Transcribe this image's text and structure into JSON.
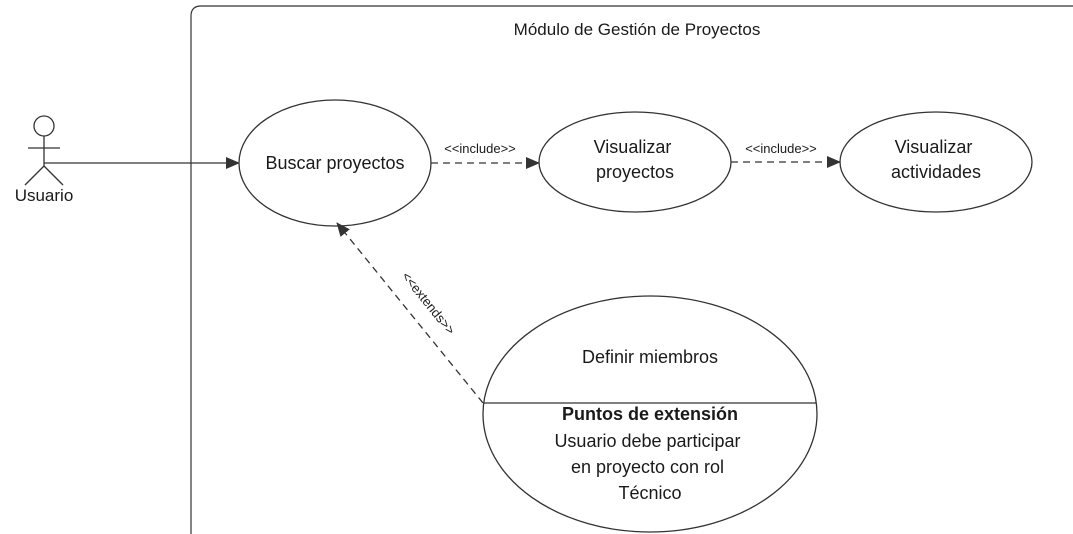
{
  "system": {
    "title": "Módulo de Gestión de Proyectos"
  },
  "actor": {
    "name": "Usuario"
  },
  "use_cases": {
    "buscar": "Buscar proyectos",
    "visualizar_proyectos": [
      "Visualizar",
      "proyectos"
    ],
    "visualizar_actividades": [
      "Visualizar",
      "actividades"
    ],
    "definir": {
      "name": "Definir miembros",
      "extension_heading": "Puntos de extensión",
      "extension_lines": [
        "Usuario debe participar",
        "en proyecto con rol",
        "Técnico"
      ]
    }
  },
  "relationships": {
    "include_1": "<<include>>",
    "include_2": "<<include>>",
    "extends": "<<extends>>"
  },
  "colors": {
    "stroke": "#333333",
    "text": "#1a1a1a",
    "background": "#ffffff"
  }
}
